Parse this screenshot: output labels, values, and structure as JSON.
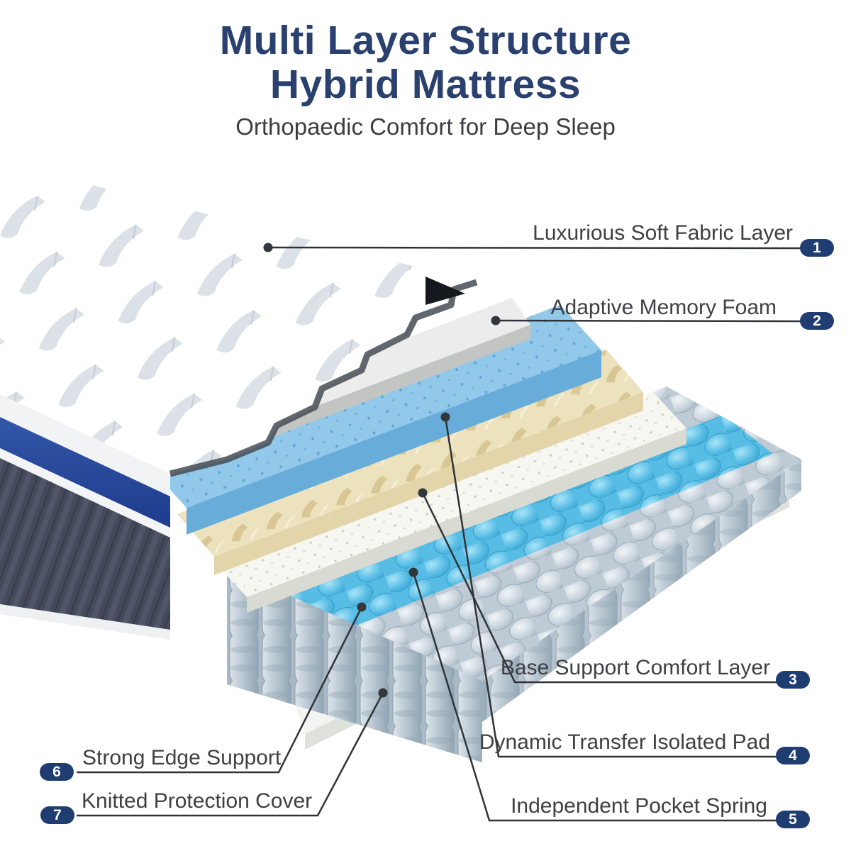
{
  "header": {
    "title_line1": "Multi Layer Structure",
    "title_line2": "Hybrid Mattress",
    "subtitle": "Orthopaedic Comfort for Deep Sleep"
  },
  "callouts": [
    {
      "num": "1",
      "label": "Luxurious Soft Fabric Layer"
    },
    {
      "num": "2",
      "label": "Adaptive Memory Foam"
    },
    {
      "num": "3",
      "label": "Base Support Comfort Layer"
    },
    {
      "num": "4",
      "label": "Dynamic Transfer Isolated Pad"
    },
    {
      "num": "5",
      "label": "Independent Pocket Spring"
    },
    {
      "num": "6",
      "label": "Strong Edge Support"
    },
    {
      "num": "7",
      "label": "Knitted Protection Cover"
    }
  ],
  "colors": {
    "title_navy": "#2a406f",
    "badge_navy": "#203d72",
    "label_gray": "#3e4043",
    "memory_foam_blue": "#92c8ea",
    "transfer_pad_tan": "#ece2bd",
    "spring_top_blue": "#5ec2e8",
    "spring_fabric_gray": "#ccd6de",
    "side_band_blue": "#2b4d9e",
    "side_panel_dark": "#454b5c"
  }
}
